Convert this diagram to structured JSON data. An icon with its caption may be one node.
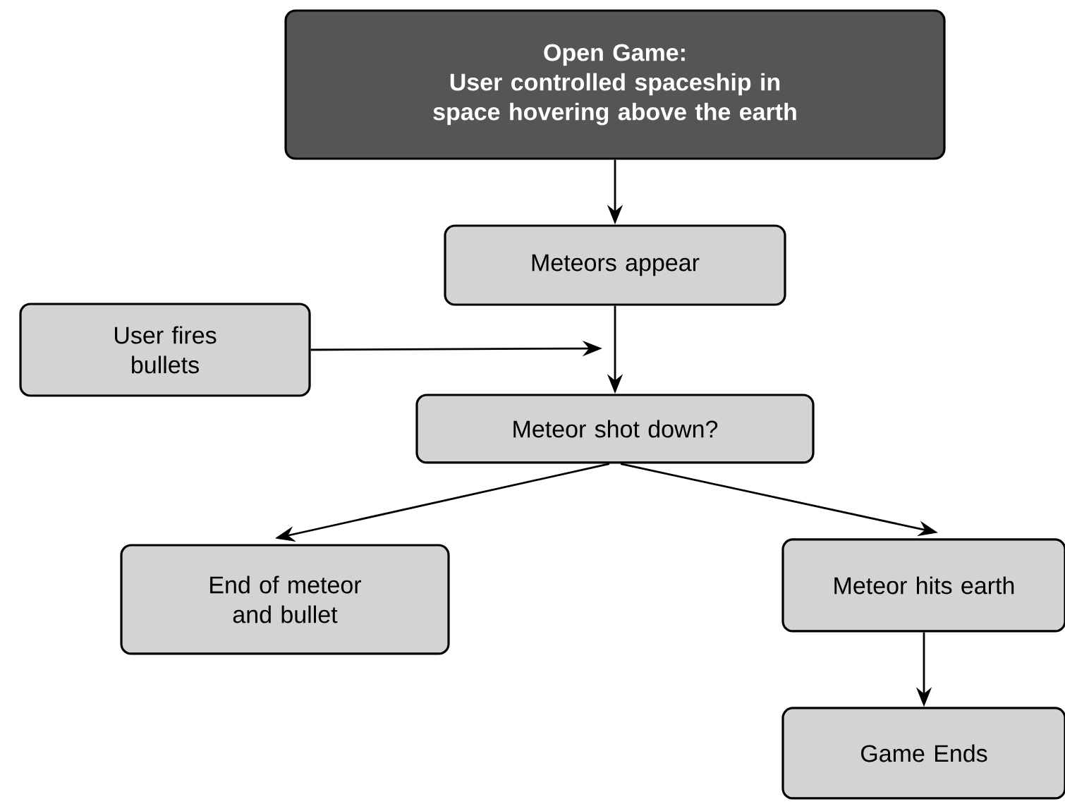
{
  "diagram": {
    "nodes": [
      {
        "text": [
          "Open Game:",
          "User controlled spaceship in space hovering above the earth"
        ]
      },
      {
        "text": [
          "Meteors appear"
        ]
      },
      {
        "text": [
          "User fires bullets"
        ]
      },
      {
        "text": [
          "Meteor shot down?"
        ]
      },
      {
        "text": [
          "End of meteor and bullet"
        ]
      },
      {
        "text": [
          "Meteor hits earth"
        ]
      },
      {
        "text": [
          "Game Ends"
        ]
      }
    ],
    "edges": [
      {
        "from": 0,
        "to": 1,
        "arrow": "to"
      },
      {
        "from": 1,
        "to": 3,
        "arrow": "to"
      },
      {
        "from": 2,
        "to": null,
        "arrow": "to"
      },
      {
        "from": 3,
        "to": 4,
        "arrow": "to"
      },
      {
        "from": 3,
        "to": 5,
        "arrow": "to"
      },
      {
        "from": 5,
        "to": 6,
        "arrow": "to"
      }
    ]
  }
}
